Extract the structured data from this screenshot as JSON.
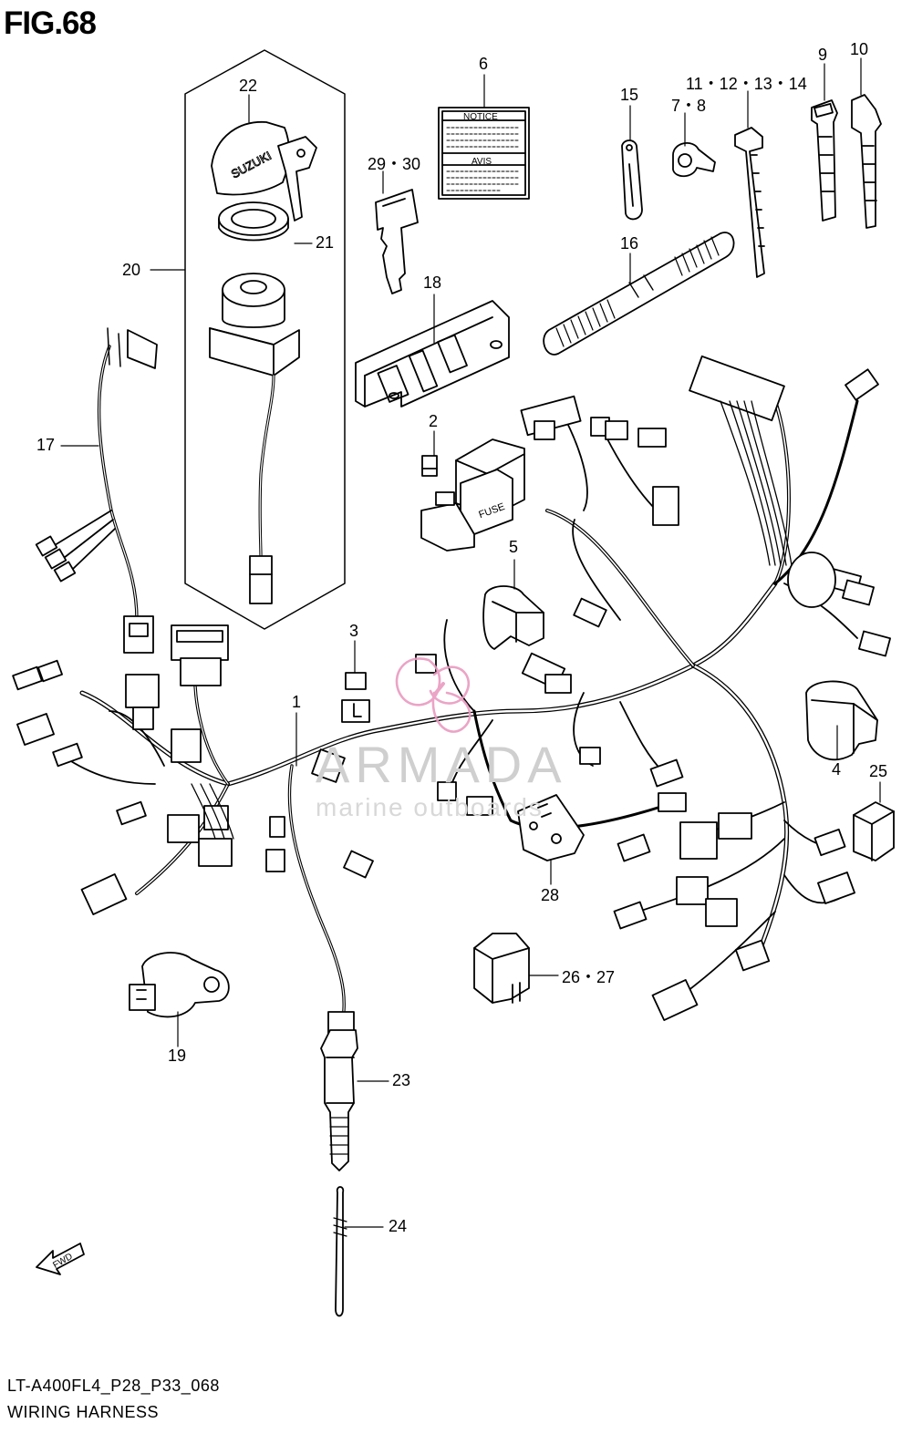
{
  "figure": {
    "title": "FIG.68",
    "code": "LT-A400FL4_P28_P33_068",
    "caption": "WIRING HARNESS"
  },
  "watermark": {
    "name": "ARMADA",
    "tagline": "marine outboards",
    "color": "#e99bc0"
  },
  "labels": {
    "notice": "NOTICE",
    "avis": "AVIS",
    "fuse": "FUSE",
    "brand": "SUZUKI",
    "fwd": "FWD"
  },
  "callouts": [
    {
      "id": "c1",
      "text": "1"
    },
    {
      "id": "c2",
      "text": "2"
    },
    {
      "id": "c3",
      "text": "3"
    },
    {
      "id": "c4",
      "text": "4"
    },
    {
      "id": "c5",
      "text": "5"
    },
    {
      "id": "c6",
      "text": "6"
    },
    {
      "id": "c78",
      "text": "7・8"
    },
    {
      "id": "c9",
      "text": "9"
    },
    {
      "id": "c10",
      "text": "10"
    },
    {
      "id": "c1114",
      "text": "11・12・13・14"
    },
    {
      "id": "c15",
      "text": "15"
    },
    {
      "id": "c16",
      "text": "16"
    },
    {
      "id": "c17",
      "text": "17"
    },
    {
      "id": "c18",
      "text": "18"
    },
    {
      "id": "c19",
      "text": "19"
    },
    {
      "id": "c20",
      "text": "20"
    },
    {
      "id": "c21",
      "text": "21"
    },
    {
      "id": "c22",
      "text": "22"
    },
    {
      "id": "c23",
      "text": "23"
    },
    {
      "id": "c24",
      "text": "24"
    },
    {
      "id": "c25",
      "text": "25"
    },
    {
      "id": "c2627",
      "text": "26・27"
    },
    {
      "id": "c28",
      "text": "28"
    },
    {
      "id": "c2930",
      "text": "29・30"
    }
  ]
}
